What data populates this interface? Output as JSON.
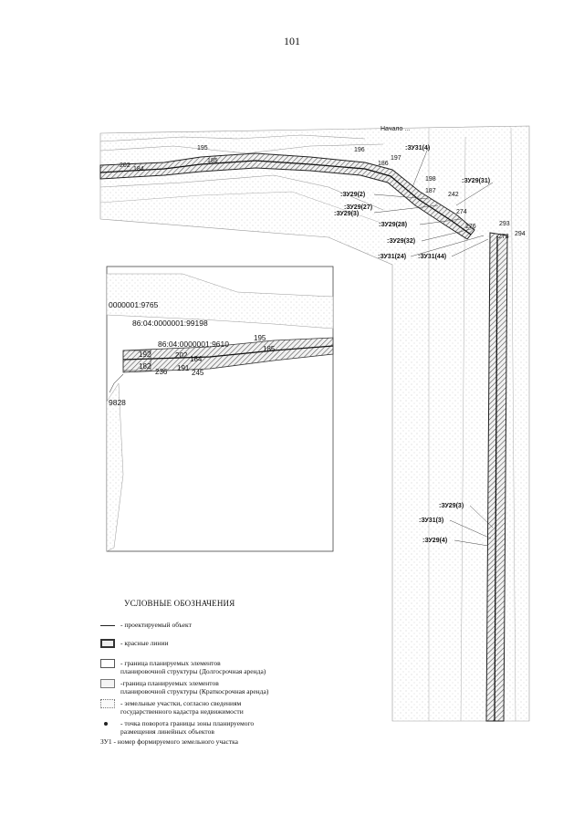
{
  "page": {
    "number": "101"
  },
  "map": {
    "top_caption": "Начало ...",
    "point_labels": [
      "195",
      "196",
      "197",
      "202",
      "184",
      "185",
      "186",
      "198",
      "187",
      "242",
      "274",
      "276",
      "293",
      "294",
      "278"
    ],
    "zu_labels": [
      ":ЗУ31(4)",
      ":ЗУ29(2)",
      ":ЗУ29(3)",
      ":ЗУ29(27)",
      ":ЗУ29(28)",
      ":ЗУ29(31)",
      ":ЗУ29(32)",
      ":ЗУ31(24)",
      ":ЗУ31(44)",
      ":ЗУ29(3)",
      ":ЗУ31(3)",
      ":ЗУ29(4)"
    ]
  },
  "inset": {
    "parcels": [
      "0000001:9765",
      "86:04:0000001:99198",
      "86:04:0000001:9610",
      "9828"
    ],
    "points": [
      "192",
      "202",
      "184",
      "182",
      "236",
      "191",
      "245",
      "195",
      "185"
    ]
  },
  "legend": {
    "title": "УСЛОВНЫЕ ОБОЗНАЧЕНИЯ",
    "items": [
      {
        "symbol": "line-icon",
        "text": "- проектируемый объект"
      },
      {
        "symbol": "red-lines-icon",
        "text": "- красные линии"
      },
      {
        "symbol": "boundary-box-icon",
        "text": "- граница планируемых элементов\nпланировочной структуры (Долгосрочная аренда)"
      },
      {
        "symbol": "boundary-box-short-icon",
        "text": "-граница планируемых элементов\nпланировочной структуры (Краткосрочная аренда)"
      },
      {
        "symbol": "parcels-dotted-icon",
        "text": "- земельные участки, согласно сведениям\nгосударственного кадастра недвижимости"
      },
      {
        "symbol": "turn-point-icon",
        "text": "- точка поворота границы зоны планируемого\nразмещения линейных объектов"
      }
    ],
    "zu_note": "ЗУ1 - номер формируемого земельного участка"
  }
}
